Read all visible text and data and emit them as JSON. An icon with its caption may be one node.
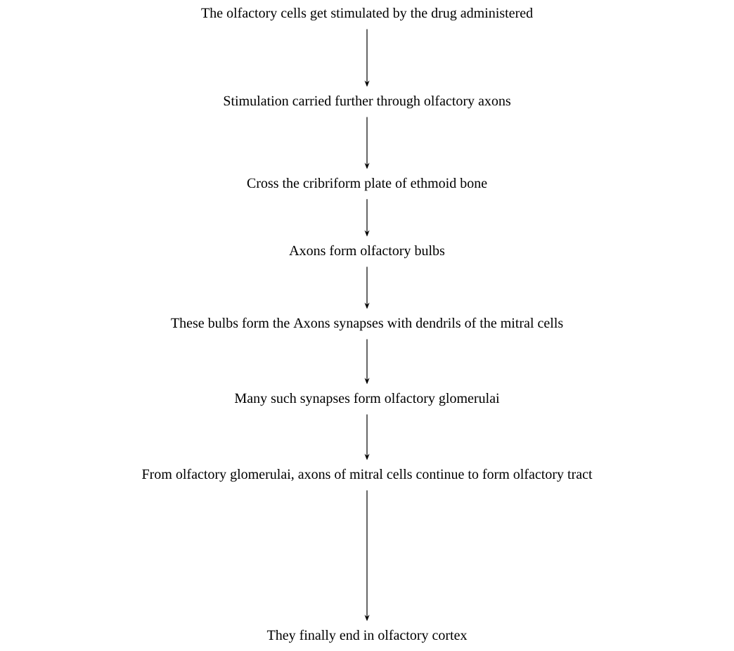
{
  "diagram": {
    "nodes": [
      {
        "text": [
          "The olfactory cells get stimulated by the drug administered"
        ]
      },
      {
        "text": [
          "Stimulation carried further through olfactory axons"
        ]
      },
      {
        "text": [
          "Cross the cribriform plate of ethmoid bone"
        ]
      },
      {
        "text": [
          "Axons form olfactory bulbs"
        ]
      },
      {
        "text": [
          "These bulbs form the Axons synapses with dendrils of the mitral cells"
        ]
      },
      {
        "text": [
          "Many such synapses form olfactory glomerulai"
        ]
      },
      {
        "text": [
          "From olfactory glomerulai, axons of mitral cells continue to form olfactory tract"
        ]
      },
      {
        "text": [
          "They finally end in olfactory cortex"
        ]
      }
    ],
    "edges": [
      {
        "from": 0,
        "to": 1,
        "arrow": "to"
      },
      {
        "from": 1,
        "to": 2,
        "arrow": "to"
      },
      {
        "from": 2,
        "to": 3,
        "arrow": "to"
      },
      {
        "from": 3,
        "to": 4,
        "arrow": "to"
      },
      {
        "from": 4,
        "to": 5,
        "arrow": "to"
      },
      {
        "from": 5,
        "to": 6,
        "arrow": "to"
      },
      {
        "from": 6,
        "to": 7,
        "arrow": "to"
      }
    ]
  }
}
